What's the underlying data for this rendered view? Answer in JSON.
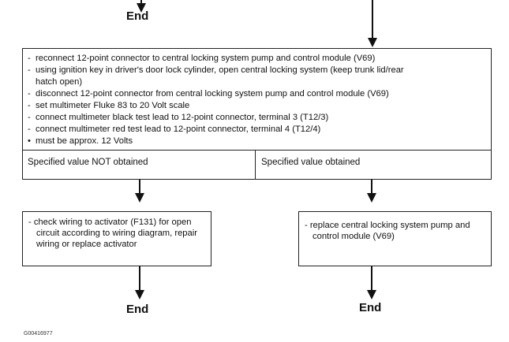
{
  "top_left_end": "End",
  "main_box": {
    "steps": [
      {
        "marker": "-",
        "text": "reconnect 12-point connector to central locking system pump and control module (V69)"
      },
      {
        "marker": "-",
        "text": "using ignition key in driver's door lock cylinder, open central locking system (keep trunk lid/rear"
      },
      {
        "marker": "",
        "text": "hatch open)"
      },
      {
        "marker": "-",
        "text": "disconnect 12-point connector from central locking system pump and control  module (V69)"
      },
      {
        "marker": "-",
        "text": "set multimeter Fluke 83 to 20 Volt scale"
      },
      {
        "marker": "-",
        "text": "connect multimeter black test lead to 12-point connector, terminal 3 (T12/3)"
      },
      {
        "marker": "-",
        "text": "connect multimeter red test lead to 12-point connector, terminal 4 (T12/4)"
      },
      {
        "marker": "•",
        "text": "must be approx. 12 Volts"
      }
    ],
    "left_result": "Specified value NOT obtained",
    "right_result": "Specified value obtained"
  },
  "left_action": "- check wiring to activator (F131) for open circuit according to wiring diagram,  repair wiring or replace activator",
  "right_action": "- replace central locking system pump and control module (V69)",
  "bottom_left_end": "End",
  "bottom_right_end": "End",
  "figure_id": "G00416977"
}
